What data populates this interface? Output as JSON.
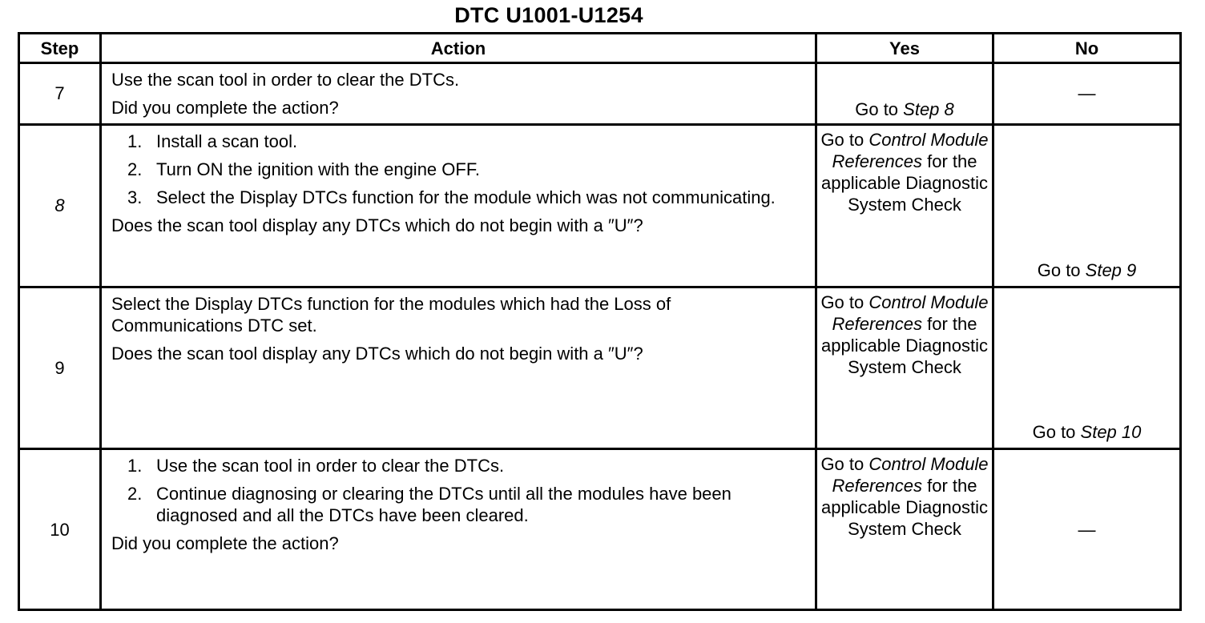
{
  "title": "DTC U1001-U1254",
  "headers": {
    "step": "Step",
    "action": "Action",
    "yes": "Yes",
    "no": "No"
  },
  "rows": [
    {
      "step": "7",
      "lines": [
        "Use the scan tool in order to clear the DTCs.",
        "Did you complete the action?"
      ],
      "yes": {
        "prefix": "Go to ",
        "emph": "Step 8",
        "suffix": ""
      },
      "no": "—"
    },
    {
      "step": "8",
      "items": [
        {
          "num": "1.",
          "text": "Install a scan tool."
        },
        {
          "num": "2.",
          "text": "Turn ON the ignition with the engine OFF."
        },
        {
          "num": "3.",
          "text": "Select the Display DTCs function for the module which was not communicating."
        }
      ],
      "question": "Does the scan tool display any DTCs which do not begin with a ″U″?",
      "yes": {
        "prefix": "Go to ",
        "emph": "Control Module References",
        "suffix": " for the applicable Diagnostic System Check"
      },
      "no": {
        "prefix": "Go to ",
        "emph": "Step 9"
      }
    },
    {
      "step": "9",
      "lines": [
        "Select the Display DTCs function for the modules which had the Loss of Communications DTC set.",
        "Does the scan tool display any DTCs which do not begin with a ″U″?"
      ],
      "yes": {
        "prefix": "Go to ",
        "emph": "Control Module References",
        "suffix": " for the applicable Diagnostic System Check"
      },
      "no": {
        "prefix": "Go to ",
        "emph": "Step 10"
      }
    },
    {
      "step": "10",
      "items": [
        {
          "num": "1.",
          "text": "Use the scan tool in order to clear the DTCs."
        },
        {
          "num": "2.",
          "text": "Continue diagnosing or clearing the DTCs until all the modules have been diagnosed and all the DTCs have been cleared."
        }
      ],
      "question": "Did you complete the action?",
      "yes": {
        "prefix": "Go to ",
        "emph": "Control Module References",
        "suffix": " for the applicable Diagnostic System Check"
      },
      "no": "—"
    }
  ]
}
